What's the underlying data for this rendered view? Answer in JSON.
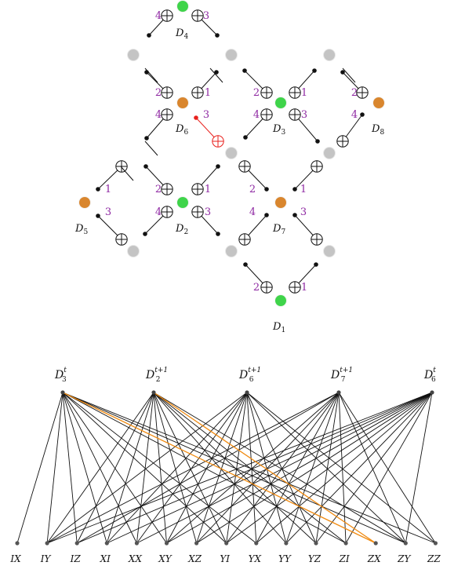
{
  "lattice": {
    "detectors": [
      {
        "id": "D4",
        "name": "D",
        "sub": "4",
        "color": "green"
      },
      {
        "id": "D6",
        "name": "D",
        "sub": "6",
        "color": "orange"
      },
      {
        "id": "D3",
        "name": "D",
        "sub": "3",
        "color": "green"
      },
      {
        "id": "D8",
        "name": "D",
        "sub": "8",
        "color": "orange"
      },
      {
        "id": "D5",
        "name": "D",
        "sub": "5",
        "color": "orange"
      },
      {
        "id": "D2",
        "name": "D",
        "sub": "2",
        "color": "green"
      },
      {
        "id": "D7",
        "name": "D",
        "sub": "7",
        "color": "orange"
      },
      {
        "id": "D1",
        "name": "D",
        "sub": "1",
        "color": "green"
      }
    ],
    "step_labels": [
      "1",
      "2",
      "3",
      "4"
    ],
    "highlighted_gate": {
      "detector": "D6",
      "step": "3",
      "color": "#e8201c"
    }
  },
  "graph": {
    "top_nodes": [
      {
        "id": "D3_t",
        "name": "D",
        "sub": "3",
        "sup": "t"
      },
      {
        "id": "D2_t1",
        "name": "D",
        "sub": "2",
        "sup": "t+1"
      },
      {
        "id": "D6_t1",
        "name": "D",
        "sub": "6",
        "sup": "t+1"
      },
      {
        "id": "D7_t1",
        "name": "D",
        "sub": "7",
        "sup": "t+1"
      },
      {
        "id": "D6_t",
        "name": "D",
        "sub": "6",
        "sup": "t"
      }
    ],
    "bottom_nodes": [
      "IX",
      "IY",
      "IZ",
      "XI",
      "XX",
      "XY",
      "XZ",
      "YI",
      "YX",
      "YY",
      "YZ",
      "ZI",
      "ZX",
      "ZY",
      "ZZ"
    ],
    "edges": {
      "D3_t": [
        "IX",
        "IY",
        "IZ",
        "XI",
        "XX",
        "XY",
        "YI",
        "YX",
        "ZI",
        "ZX",
        "ZY",
        "ZZ"
      ],
      "D2_t1": [
        "IY",
        "IZ",
        "XI",
        "XX",
        "XY",
        "XZ",
        "YI",
        "YY",
        "YZ",
        "ZI",
        "ZX",
        "ZY"
      ],
      "D6_t1": [
        "IY",
        "XI",
        "XX",
        "XY",
        "XZ",
        "YI",
        "YX",
        "YY",
        "YZ",
        "ZY",
        "ZZ"
      ],
      "D7_t1": [
        "IY",
        "IZ",
        "XY",
        "XZ",
        "YI",
        "YX",
        "YY",
        "YZ",
        "ZI",
        "ZY",
        "ZZ"
      ],
      "D6_t": [
        "IY",
        "IZ",
        "XI",
        "XX",
        "XY",
        "XZ",
        "YI",
        "YX",
        "YY",
        "YZ",
        "ZI",
        "ZY"
      ]
    },
    "highlighted_edges": [
      [
        "D3_t",
        "ZX"
      ],
      [
        "D2_t1",
        "ZX"
      ],
      [
        "D6_t1",
        "ZX"
      ],
      [
        "D6_t",
        "ZX"
      ]
    ],
    "colors": {
      "edge": "#111111",
      "highlight": "#f08a10"
    }
  },
  "colors": {
    "data_qubit": "#c4c4c4",
    "z_detector": "#3fd44a",
    "x_detector": "#d9862e",
    "step_label": "#8f2aa3",
    "gate": "#111111"
  }
}
